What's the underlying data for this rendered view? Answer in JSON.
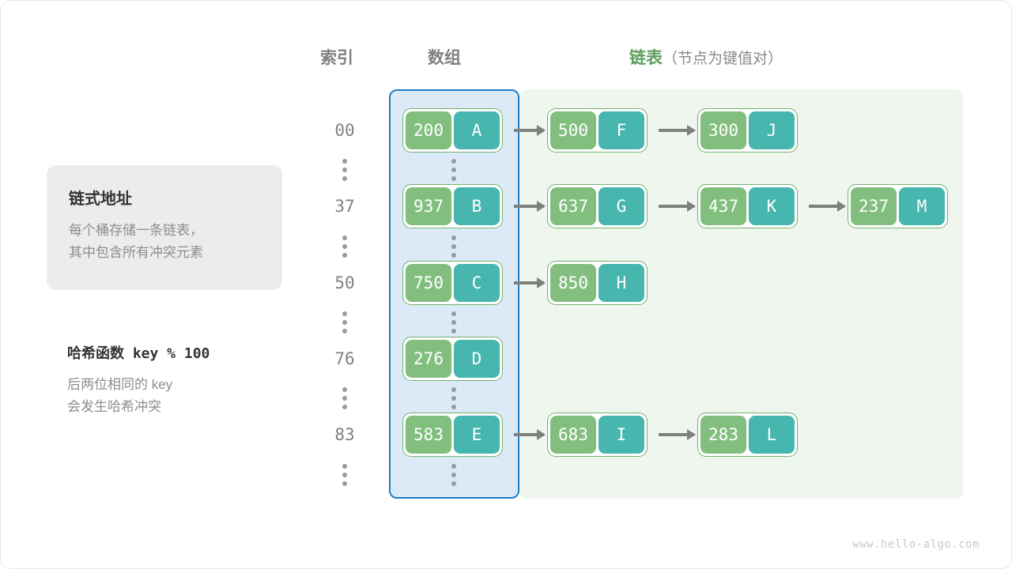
{
  "headers": {
    "index": "索引",
    "array": "数组",
    "list_accent": "链表",
    "list_sub": "（节点为键值对）"
  },
  "info_card": {
    "title": "链式地址",
    "line1": "每个桶存储一条链表，",
    "line2": "其中包含所有冲突元素"
  },
  "hash_note": {
    "title": "哈希函数 key % 100",
    "line1": "后两位相同的 key",
    "line2": "会发生哈希冲突"
  },
  "colors": {
    "key_box": "#82bf7f",
    "value_box": "#46b6ae",
    "array_panel_bg": "#dbeaf6",
    "array_panel_border": "#1e7fc4",
    "list_panel_bg": "#eef6ee",
    "accent_green": "#5c9e5c",
    "arrow": "#7f7f7f"
  },
  "rows": [
    {
      "index": "00",
      "bucket": {
        "key": "200",
        "value": "A"
      },
      "chain": [
        {
          "key": "500",
          "value": "F"
        },
        {
          "key": "300",
          "value": "J"
        }
      ]
    },
    {
      "index": "37",
      "bucket": {
        "key": "937",
        "value": "B"
      },
      "chain": [
        {
          "key": "637",
          "value": "G"
        },
        {
          "key": "437",
          "value": "K"
        },
        {
          "key": "237",
          "value": "M"
        }
      ]
    },
    {
      "index": "50",
      "bucket": {
        "key": "750",
        "value": "C"
      },
      "chain": [
        {
          "key": "850",
          "value": "H"
        }
      ]
    },
    {
      "index": "76",
      "bucket": {
        "key": "276",
        "value": "D"
      },
      "chain": []
    },
    {
      "index": "83",
      "bucket": {
        "key": "583",
        "value": "E"
      },
      "chain": [
        {
          "key": "683",
          "value": "I"
        },
        {
          "key": "283",
          "value": "L"
        }
      ]
    }
  ],
  "ellipsis_label": "⋮",
  "footer": "www.hello-algo.com"
}
